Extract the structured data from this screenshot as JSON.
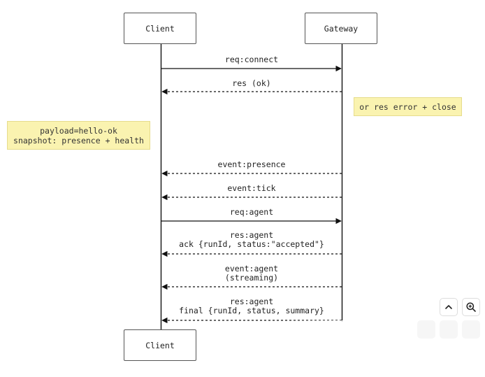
{
  "actors": {
    "client": "Client",
    "gateway": "Gateway",
    "client_bottom": "Client"
  },
  "notes": {
    "hello_line1": "payload=hello-ok",
    "hello_line2": "snapshot: presence + health",
    "error_alt": "or res error + close"
  },
  "messages": [
    {
      "lines": [
        "req:connect"
      ],
      "direction": "to-gateway",
      "style": "solid"
    },
    {
      "lines": [
        "res (ok)"
      ],
      "direction": "to-client",
      "style": "dashed"
    },
    {
      "lines": [
        "event:presence"
      ],
      "direction": "to-client",
      "style": "dashed"
    },
    {
      "lines": [
        "event:tick"
      ],
      "direction": "to-client",
      "style": "dashed"
    },
    {
      "lines": [
        "req:agent"
      ],
      "direction": "to-gateway",
      "style": "solid"
    },
    {
      "lines": [
        "res:agent",
        "ack {runId, status:\"accepted\"}"
      ],
      "direction": "to-client",
      "style": "dashed"
    },
    {
      "lines": [
        "event:agent",
        "(streaming)"
      ],
      "direction": "to-client",
      "style": "dashed"
    },
    {
      "lines": [
        "res:agent",
        "final {runId, status, summary}"
      ],
      "direction": "to-client",
      "style": "dashed"
    }
  ],
  "controls": {
    "pan_up_icon": "chevron-up-icon",
    "zoom_in_icon": "zoom-in-icon"
  },
  "colors": {
    "line": "#111111",
    "note_fill": "#faf3b0",
    "note_border": "#e6dc8c"
  }
}
